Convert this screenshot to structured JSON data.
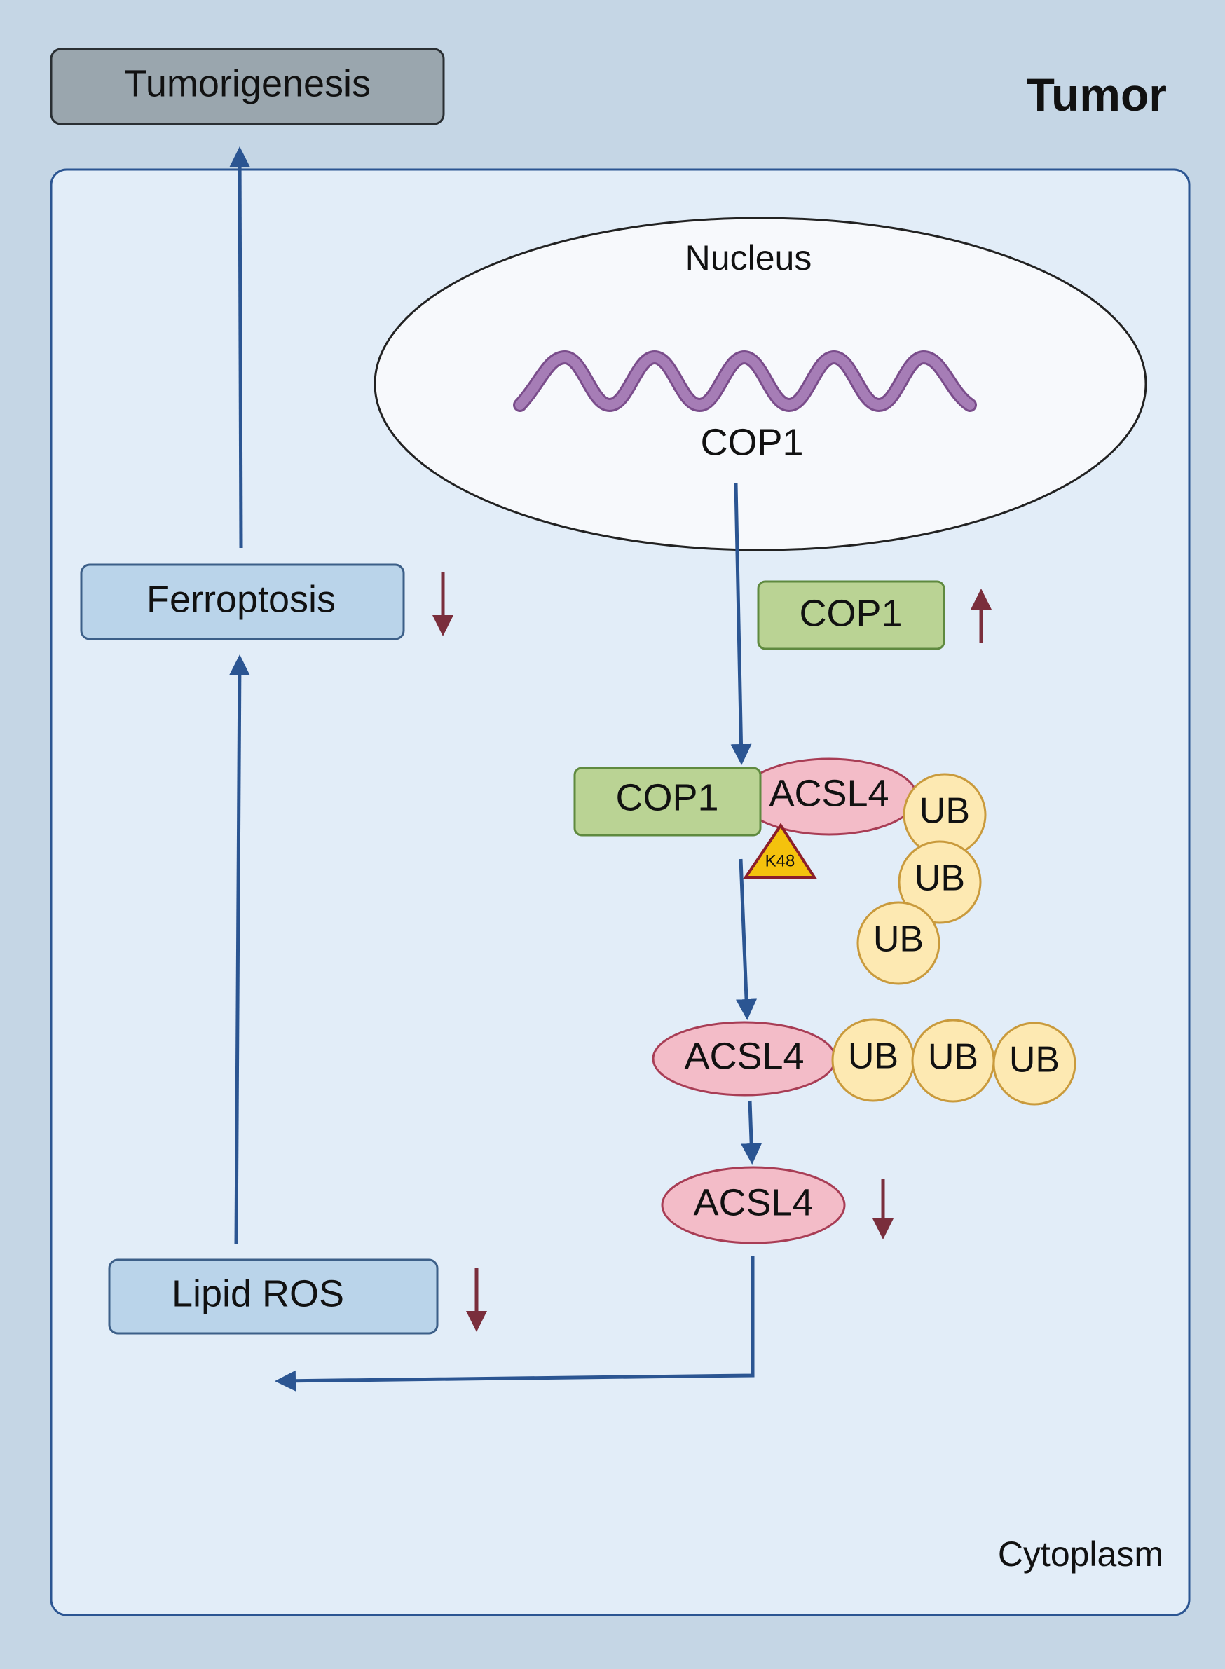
{
  "header": {
    "outcome": "Tumorigenesis",
    "context": "Tumor"
  },
  "compartments": {
    "nucleus": "Nucleus",
    "cytoplasm": "Cytoplasm"
  },
  "gene": {
    "label": "COP1"
  },
  "nodes": {
    "cop1_up": "COP1",
    "cop1_complex": "COP1",
    "acsl4_complex": "ACSL4",
    "k48": "K48",
    "ub": "UB",
    "acsl4_ub": "ACSL4",
    "acsl4_down": "ACSL4",
    "ferroptosis": "Ferroptosis",
    "lipid_ros": "Lipid ROS"
  },
  "indicators": {
    "cop1": "up",
    "acsl4": "down",
    "ferroptosis": "down",
    "lipid_ros": "down"
  },
  "colors": {
    "background": "#c5d6e5",
    "cell": "#e2edf8",
    "flow_arrow": "#2b5592",
    "indicator_arrow": "#7a2e3c",
    "cop1": "#bad394",
    "acsl4": "#f3bcc8",
    "ub": "#fde9b2",
    "k48": "#f4c20d",
    "pathway_box": "#bad4ea",
    "outcome_box": "#9aa6ae",
    "gene_wave": "#a67db6"
  }
}
